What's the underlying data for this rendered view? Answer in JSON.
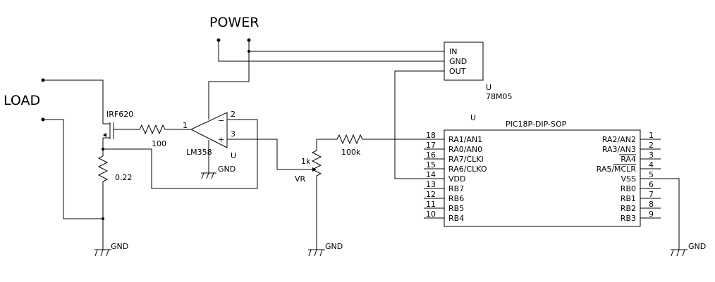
{
  "labels": {
    "power": "POWER",
    "load": "LOAD",
    "mosfet": "IRF620",
    "gate_resistor": "100",
    "sense_resistor": "0.22",
    "opamp": "LM358",
    "opamp_ref": "U",
    "opamp_gnd": "GND",
    "pot_value": "1k",
    "pot_name": "VR",
    "series_resistor": "100k",
    "regulator_ref": "U",
    "regulator": "78M05",
    "mcu_ref": "U",
    "mcu": "PIC18P-DIP-SOP",
    "gnd": "GND"
  },
  "opamp_pins": {
    "out": "1",
    "inv": "2",
    "noninv": "3",
    "minus": "−",
    "plus": "+"
  },
  "regulator_pins": [
    "IN",
    "GND",
    "OUT"
  ],
  "mcu_left_pins": [
    {
      "num": "18",
      "name": "RA1/AN1"
    },
    {
      "num": "17",
      "name": "RA0/AN0"
    },
    {
      "num": "16",
      "name": "RA7/CLKI"
    },
    {
      "num": "15",
      "name": "RA6/CLKO"
    },
    {
      "num": "14",
      "name": "VDD"
    },
    {
      "num": "13",
      "name": "RB7"
    },
    {
      "num": "12",
      "name": "RB6"
    },
    {
      "num": "11",
      "name": "RB5"
    },
    {
      "num": "10",
      "name": "RB4"
    }
  ],
  "mcu_right_pins": [
    {
      "num": "1",
      "name": "RA2/AN2"
    },
    {
      "num": "2",
      "name": "RA3/AN3"
    },
    {
      "num": "3",
      "name": "RA4"
    },
    {
      "num": "4",
      "name": "RA5/MCLR"
    },
    {
      "num": "5",
      "name": "VSS"
    },
    {
      "num": "6",
      "name": "RB0"
    },
    {
      "num": "7",
      "name": "RB1"
    },
    {
      "num": "8",
      "name": "RB2"
    },
    {
      "num": "9",
      "name": "RB3"
    }
  ]
}
